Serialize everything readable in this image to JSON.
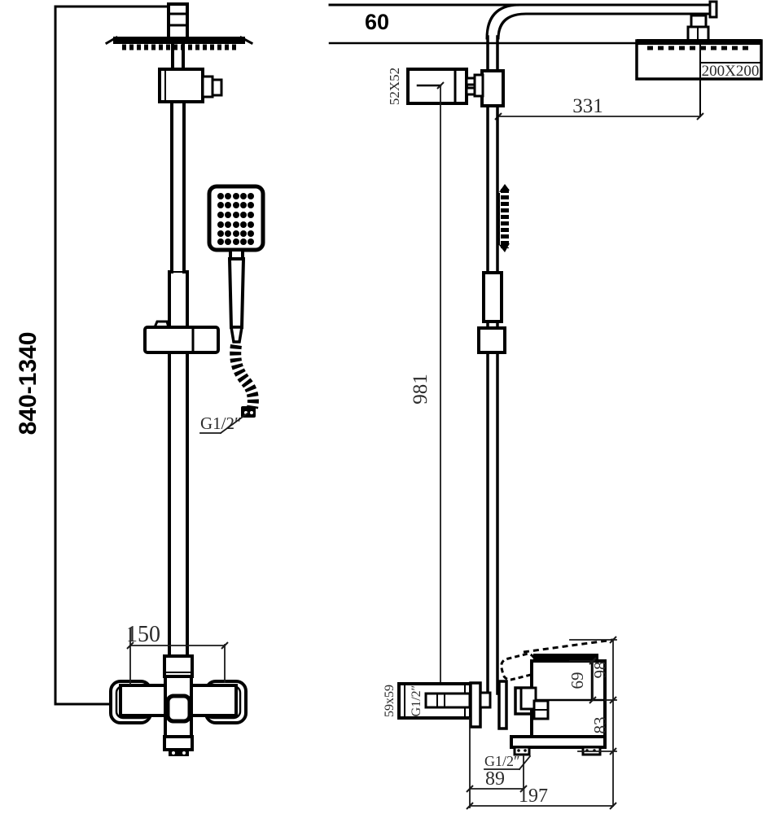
{
  "drawing": {
    "background": "#ffffff",
    "line_color": "#000000",
    "front_view": {
      "height_range": "840-1340",
      "center_spacing": "150",
      "hose_connection": "G1/2″"
    },
    "side_view": {
      "head_drop": "60",
      "holder_size": "52X52",
      "head_size": "200X200",
      "arm_reach": "331",
      "riser_height": "981",
      "inlet_size": "59x59",
      "inlet_thread": "G1/2″",
      "body_height_upper": "69",
      "body_height_total": "98",
      "body_height_lower": "83",
      "outlet_thread": "G1/2″",
      "outlet_offset": "89",
      "spout_reach": "197"
    }
  }
}
